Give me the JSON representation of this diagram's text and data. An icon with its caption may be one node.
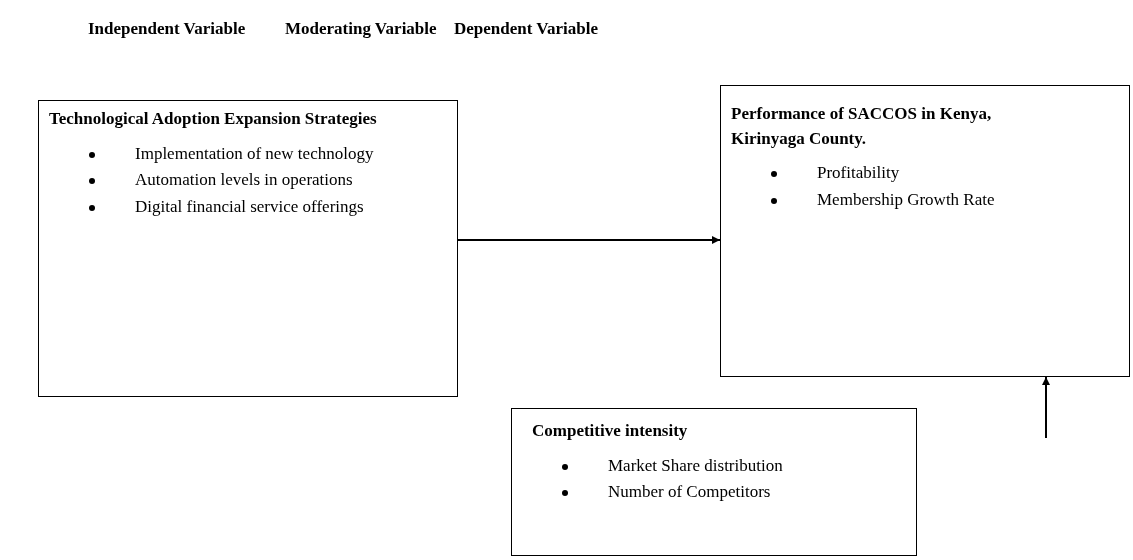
{
  "diagram": {
    "nodes": [
      {
        "text": [
          "Technological Adoption Expansion Strategies",
          "Implementation of new technology",
          "Automation levels in operations",
          "Digital financial service offerings"
        ]
      },
      {
        "text": [
          "Performance of SACCOS in Kenya, Kirinyaga County.",
          "Profitability",
          "Membership Growth Rate"
        ]
      },
      {
        "text": [
          "Competitive intensity",
          "Market Share distribution",
          "Number of Competitors"
        ]
      }
    ],
    "edges": [
      {
        "from": 0,
        "to": 1,
        "arrow": "to"
      },
      {
        "from": null,
        "to": 1,
        "arrow": "to"
      }
    ],
    "labels": [
      "Independent Variable",
      "Moderating Variable",
      "Dependent Variable"
    ]
  }
}
